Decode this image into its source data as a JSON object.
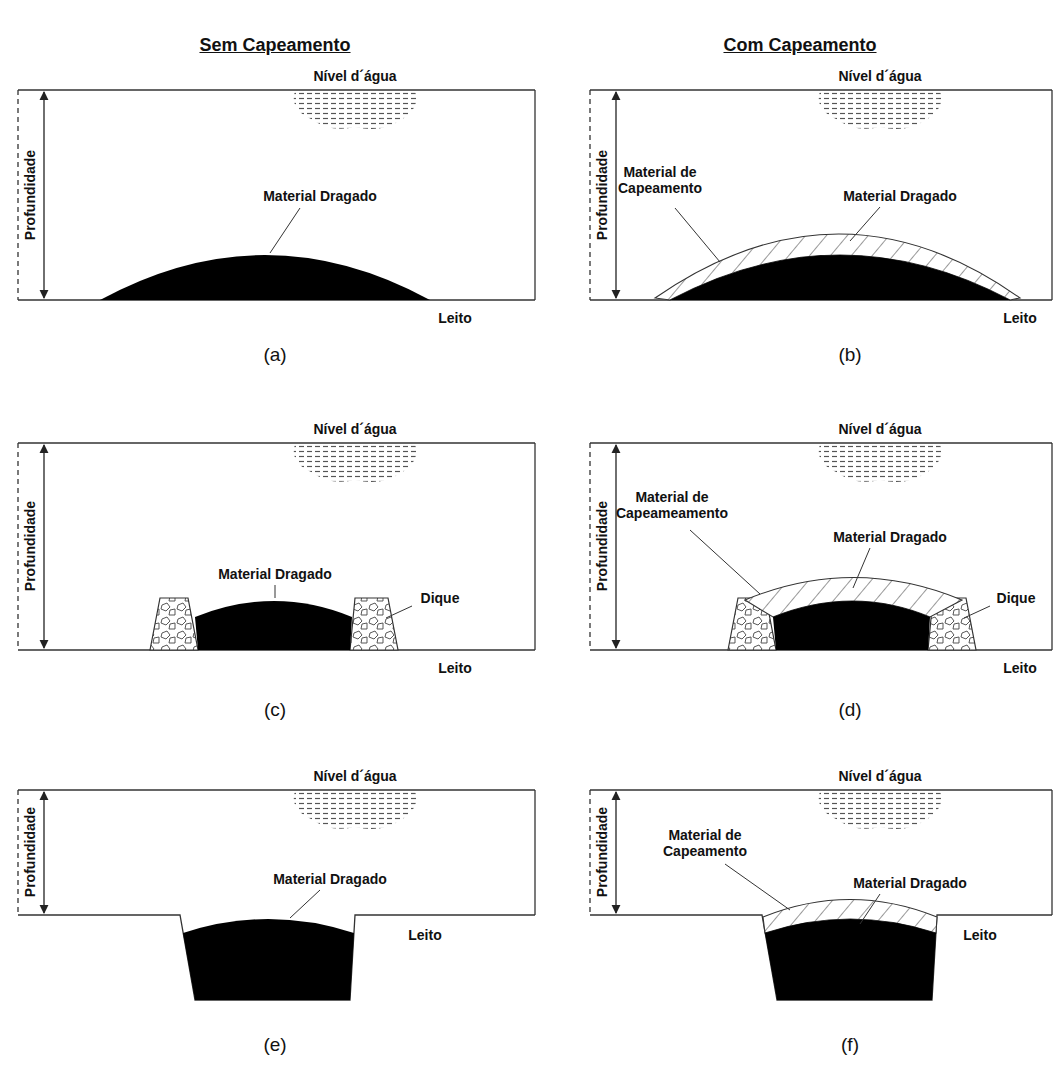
{
  "diagram": {
    "labels": [
      "Sem Capeamento",
      "Com Capeamento",
      "Nível d´água",
      "Profundidade",
      "Material Dragado",
      "Leito",
      "(a)",
      "Nível d´água",
      "Profundidade",
      "Material de Capeamento",
      "Material Dragado",
      "Leito",
      "(b)",
      "Nível d´água",
      "Profundidade",
      "Material Dragado",
      "Dique",
      "Leito",
      "(c)",
      "Nível d´água",
      "Profundidade",
      "Material de Capeameamento",
      "Material Dragado",
      "Dique",
      "Leito",
      "(d)",
      "Nível d´água",
      "Profundidade",
      "Material Dragado",
      "Leito",
      "(e)",
      "Nível d´água",
      "Profundidade",
      "Material de Capeamento",
      "Material Dragado",
      "Leito",
      "(f)"
    ]
  }
}
